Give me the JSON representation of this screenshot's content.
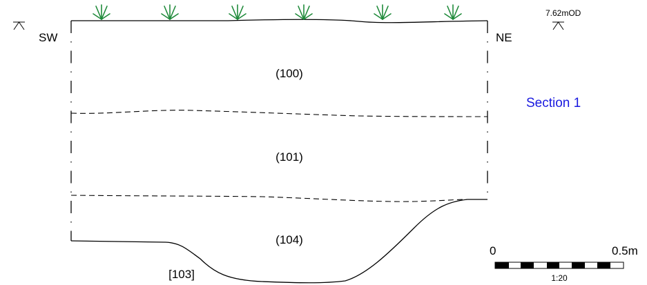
{
  "section": {
    "title": "Section 1",
    "orientation": {
      "left": "SW",
      "right": "NE"
    },
    "datum": "7.62mOD",
    "contexts": [
      "(100)",
      "(101)",
      "(104)"
    ],
    "cut": "[103]",
    "vegetation_icon": "grass-tuft-icon",
    "datum_icon": "datum-marker-icon"
  },
  "scale_bar": {
    "start_label": "0",
    "end_label": "0.5m",
    "ratio": "1:20"
  },
  "colors": {
    "title": "#1a1adf",
    "vegetation": "#1f8a3a",
    "line": "#000000"
  }
}
